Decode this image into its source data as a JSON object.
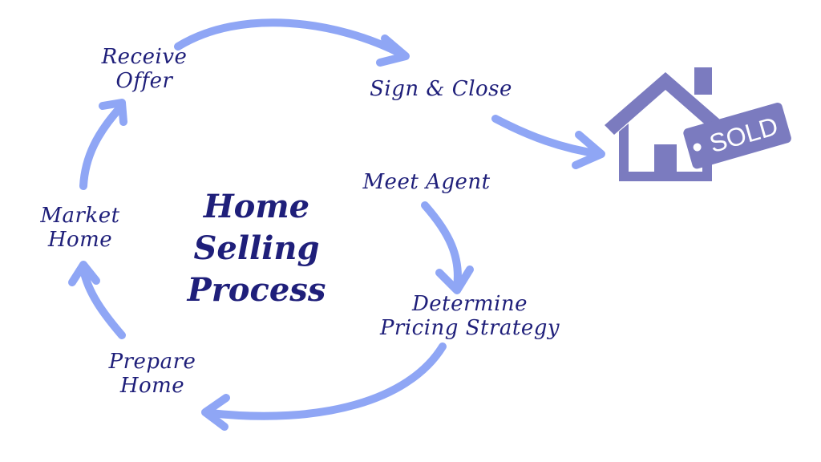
{
  "title": {
    "lines": [
      "Home",
      "Selling",
      "Process"
    ]
  },
  "steps": {
    "receive_offer": [
      "Receive",
      "Offer"
    ],
    "sign_close": [
      "Sign & Close"
    ],
    "meet_agent": [
      "Meet Agent"
    ],
    "determine_pricing": [
      "Determine",
      "Pricing Strategy"
    ],
    "prepare_home": [
      "Prepare",
      "Home"
    ],
    "market_home": [
      "Market",
      "Home"
    ]
  },
  "sign": {
    "label": "SOLD"
  },
  "colors": {
    "text": "#1f1f7a",
    "arrow": "#8fa6f5",
    "house": "#7b7bbf"
  }
}
